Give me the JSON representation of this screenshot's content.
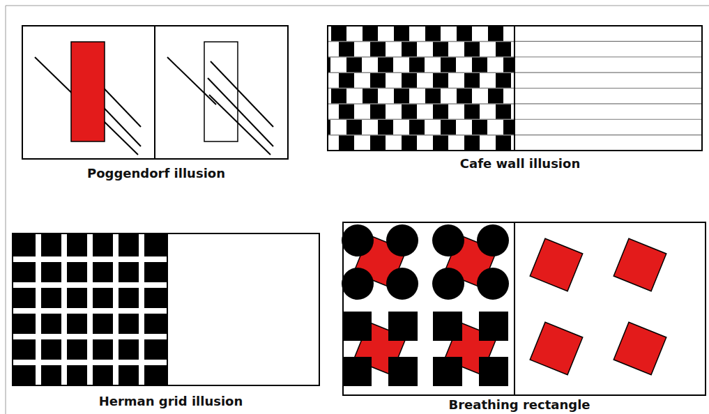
{
  "diagram": {
    "labels": [
      "Poggendorf illusion",
      "Cafe wall illusion",
      "Herman grid illusion",
      "Breathing rectangle"
    ]
  }
}
